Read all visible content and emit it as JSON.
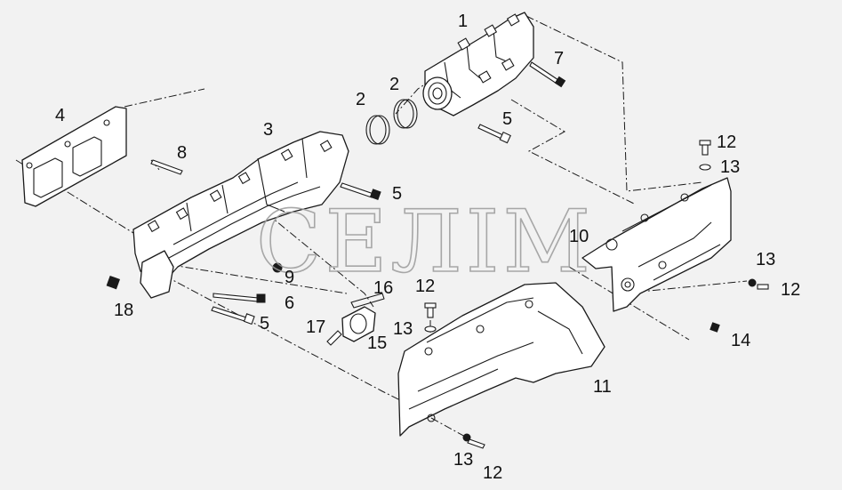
{
  "watermark": "СЕЛІМ",
  "callouts": [
    {
      "id": "c1",
      "text": "1"
    },
    {
      "id": "c2a",
      "text": "2"
    },
    {
      "id": "c2b",
      "text": "2"
    },
    {
      "id": "c3",
      "text": "3"
    },
    {
      "id": "c4",
      "text": "4"
    },
    {
      "id": "c5a",
      "text": "5"
    },
    {
      "id": "c5b",
      "text": "5"
    },
    {
      "id": "c5c",
      "text": "5"
    },
    {
      "id": "c6",
      "text": "6"
    },
    {
      "id": "c7",
      "text": "7"
    },
    {
      "id": "c8",
      "text": "8"
    },
    {
      "id": "c9",
      "text": "9"
    },
    {
      "id": "c10",
      "text": "10"
    },
    {
      "id": "c11",
      "text": "11"
    },
    {
      "id": "c12a",
      "text": "12"
    },
    {
      "id": "c12b",
      "text": "12"
    },
    {
      "id": "c12c",
      "text": "12"
    },
    {
      "id": "c12d",
      "text": "12"
    },
    {
      "id": "c13a",
      "text": "13"
    },
    {
      "id": "c13b",
      "text": "13"
    },
    {
      "id": "c13c",
      "text": "13"
    },
    {
      "id": "c13d",
      "text": "13"
    },
    {
      "id": "c14",
      "text": "14"
    },
    {
      "id": "c15",
      "text": "15"
    },
    {
      "id": "c16",
      "text": "16"
    },
    {
      "id": "c17",
      "text": "17"
    },
    {
      "id": "c18",
      "text": "18"
    }
  ]
}
